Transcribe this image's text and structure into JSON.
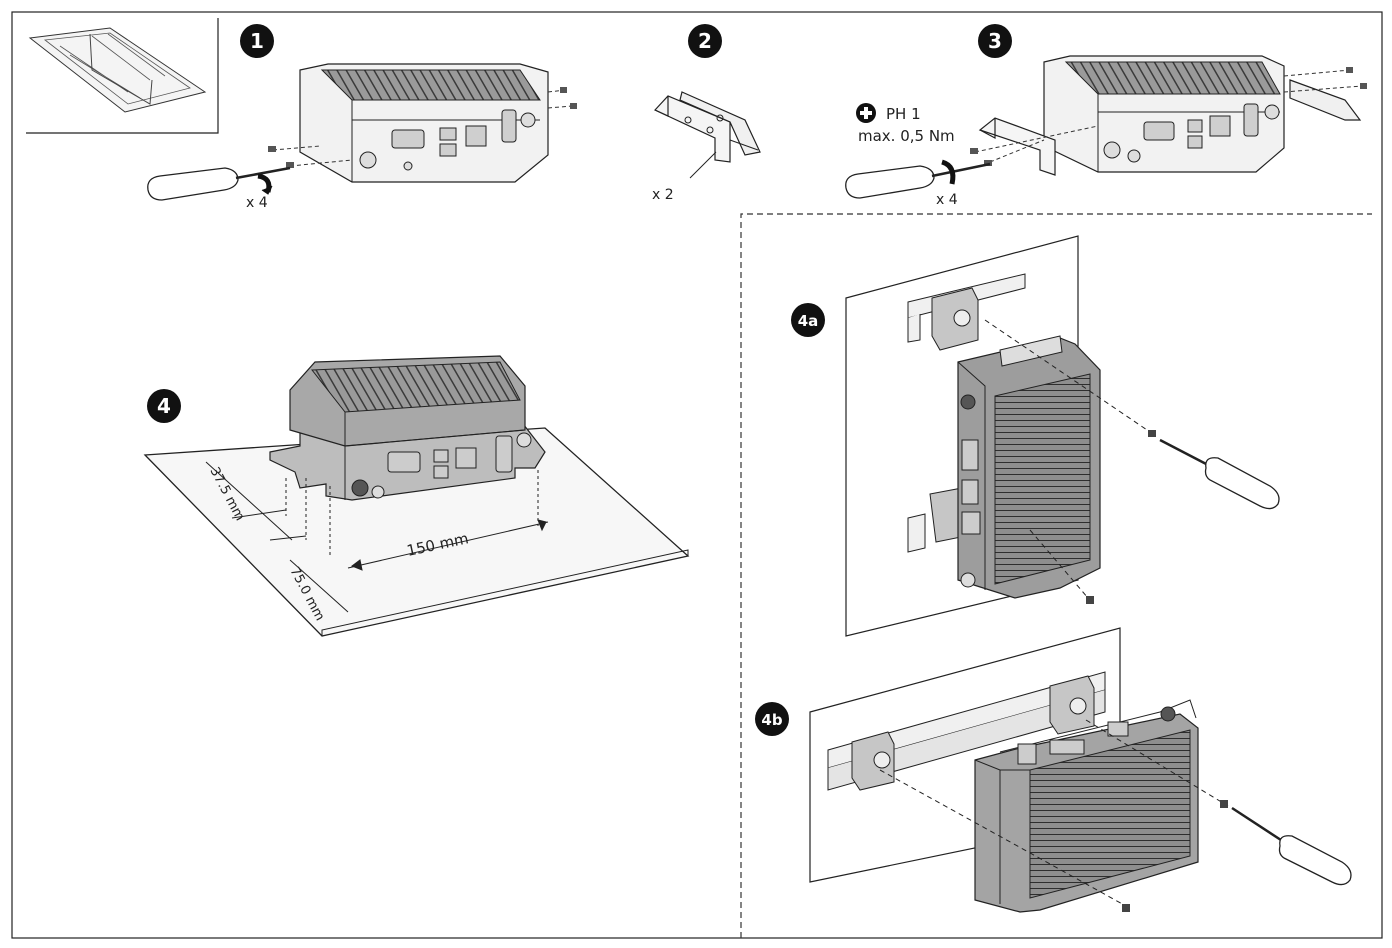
{
  "steps": [
    {
      "id": "1",
      "label": "1"
    },
    {
      "id": "2",
      "label": "2"
    },
    {
      "id": "3",
      "label": "3"
    },
    {
      "id": "4",
      "label": "4"
    },
    {
      "id": "4a",
      "label": "4a"
    },
    {
      "id": "4b",
      "label": "4b"
    }
  ],
  "step1": {
    "count": "x 4"
  },
  "step2": {
    "count": "x 2"
  },
  "step3": {
    "screwdriver": "PH 1",
    "torque": "max. 0,5 Nm",
    "count": "x 4",
    "icon": "phillips-plus-icon"
  },
  "step4": {
    "dim_width": "150 mm",
    "dim_depth_short": "37.5 mm",
    "dim_depth_long": "75.0 mm"
  },
  "colors": {
    "line": "#222222",
    "device_body": "#d8d8d8",
    "device_dark": "#777777",
    "badge": "#111111",
    "badge_text": "#ffffff"
  }
}
